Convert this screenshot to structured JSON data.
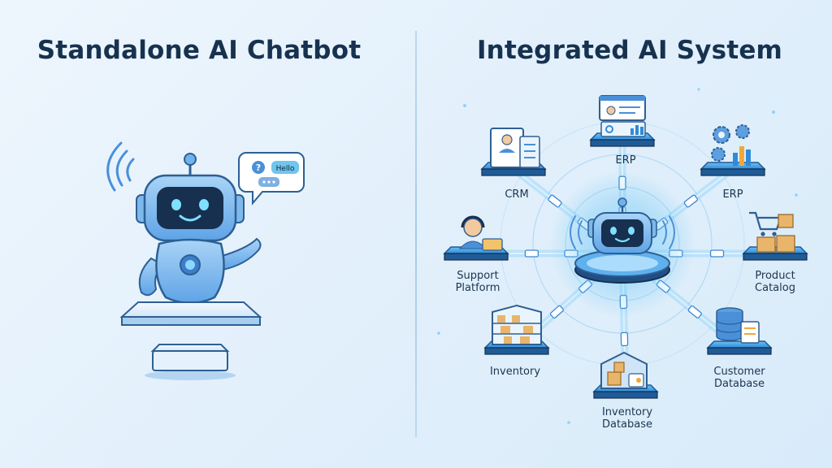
{
  "left": {
    "title": "Standalone AI Chatbot",
    "bubble_text": "Hello"
  },
  "right": {
    "title": "Integrated AI System",
    "nodes": [
      {
        "id": "crm",
        "lines": [
          "CRM"
        ],
        "icon": "id-card-icon"
      },
      {
        "id": "erp-top",
        "lines": [
          "ERP"
        ],
        "icon": "dashboard-icon"
      },
      {
        "id": "erp-right",
        "lines": [
          "ERP"
        ],
        "icon": "gears-chart-icon"
      },
      {
        "id": "support",
        "lines": [
          "Support",
          "Platform"
        ],
        "icon": "headset-agent-icon"
      },
      {
        "id": "product",
        "lines": [
          "Product",
          "Catalog"
        ],
        "icon": "cart-boxes-icon"
      },
      {
        "id": "inventory",
        "lines": [
          "Inventory"
        ],
        "icon": "shelves-icon"
      },
      {
        "id": "inv-db",
        "lines": [
          "Inventory",
          "Database"
        ],
        "icon": "warehouse-icon"
      },
      {
        "id": "cust-db",
        "lines": [
          "Customer",
          "Database"
        ],
        "icon": "database-icon"
      }
    ]
  },
  "colors": {
    "accent": "#4a90d9",
    "dark": "#16324f",
    "glow": "#7fd0ff"
  }
}
